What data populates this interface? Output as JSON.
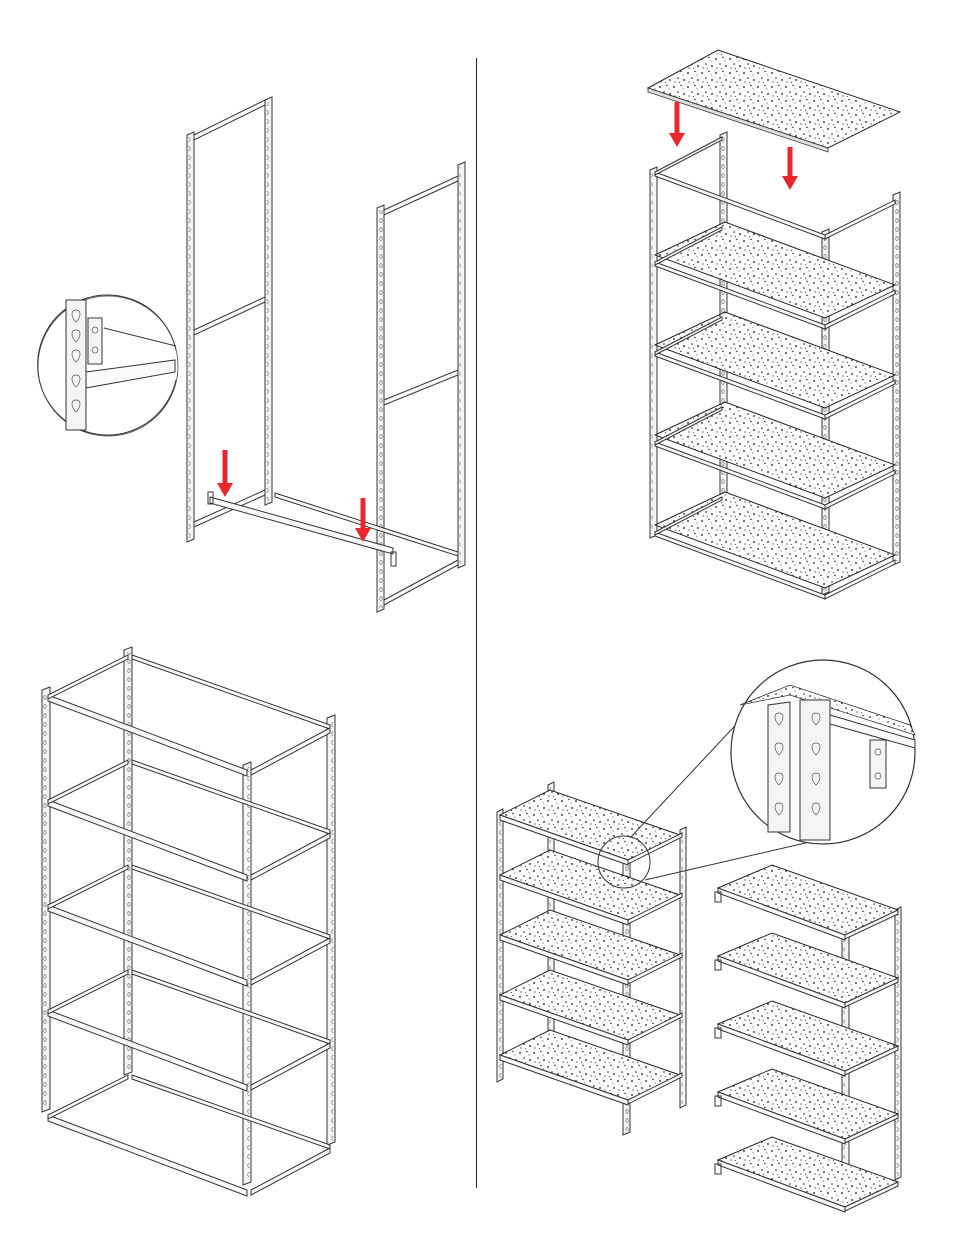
{
  "figure": {
    "panels": [
      {
        "name": "step-1-frames-and-bottom-beams",
        "arrows": 2,
        "detail_callout": true
      },
      {
        "name": "step-2-install-boards",
        "shelves": 5,
        "arrows": 2
      },
      {
        "name": "step-3-full-beam-frame",
        "shelves": 5
      },
      {
        "name": "step-4-assembled-unit-and-add-on",
        "shelves": 5,
        "detail_callout": true
      }
    ],
    "colors": {
      "arrow": "#e8262b",
      "line": "#333333",
      "board_speckle": "#111111",
      "background": "#ffffff"
    },
    "icons": [
      "down-arrow-icon",
      "magnifier-callout-icon"
    ]
  }
}
